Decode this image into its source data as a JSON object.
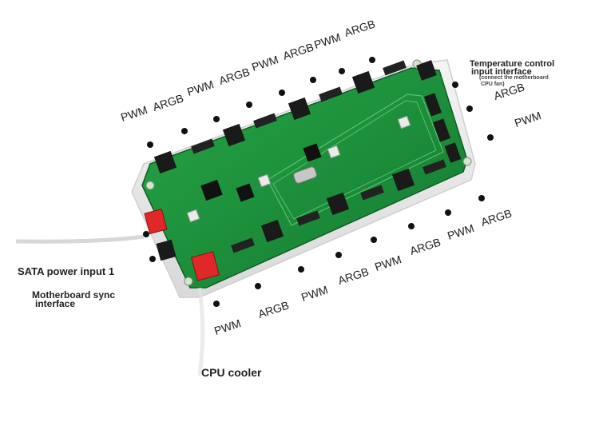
{
  "labels": {
    "top": [
      "PWM",
      "ARGB",
      "PWM",
      "ARGB",
      "PWM",
      "ARGB",
      "PWM",
      "ARGB"
    ],
    "right": [
      "ARGB",
      "PWM"
    ],
    "bottom": [
      "PWM",
      "ARGB",
      "PWM",
      "ARGB",
      "PWM",
      "ARGB",
      "PWM",
      "ARGB"
    ],
    "temp_title": "Temperature control",
    "temp_sub": "input interface",
    "temp_note1": "(connect the motherboard",
    "temp_note2": "CPU fan)",
    "sata": "SATA power input 1",
    "mb_sync1": "Motherboard sync",
    "mb_sync2": "interface",
    "cpu_cooler": "CPU cooler"
  },
  "colors": {
    "pcb": "#1f8f3a",
    "pcb_dark": "#126b28",
    "housing": "#e9e9e9",
    "connector_red": "#e02828",
    "connector_black": "#1a1a1a"
  }
}
